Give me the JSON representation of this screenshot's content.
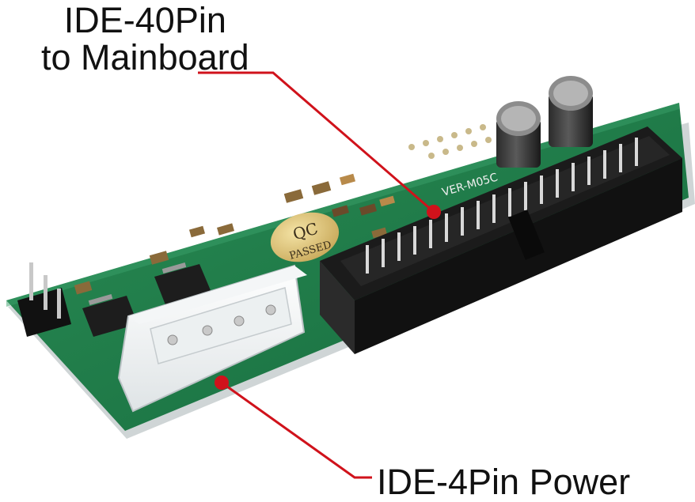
{
  "callouts": {
    "top_line1": "IDE-40Pin",
    "top_line2": "to Mainboard",
    "bottom": "IDE-4Pin Power"
  },
  "board": {
    "version_marking": "VER-M05C",
    "qc_seal_top": "QC",
    "qc_seal_bottom": "PASSED",
    "pcb_color": "#1f7a4a",
    "pointer_color": "#d0121b"
  }
}
